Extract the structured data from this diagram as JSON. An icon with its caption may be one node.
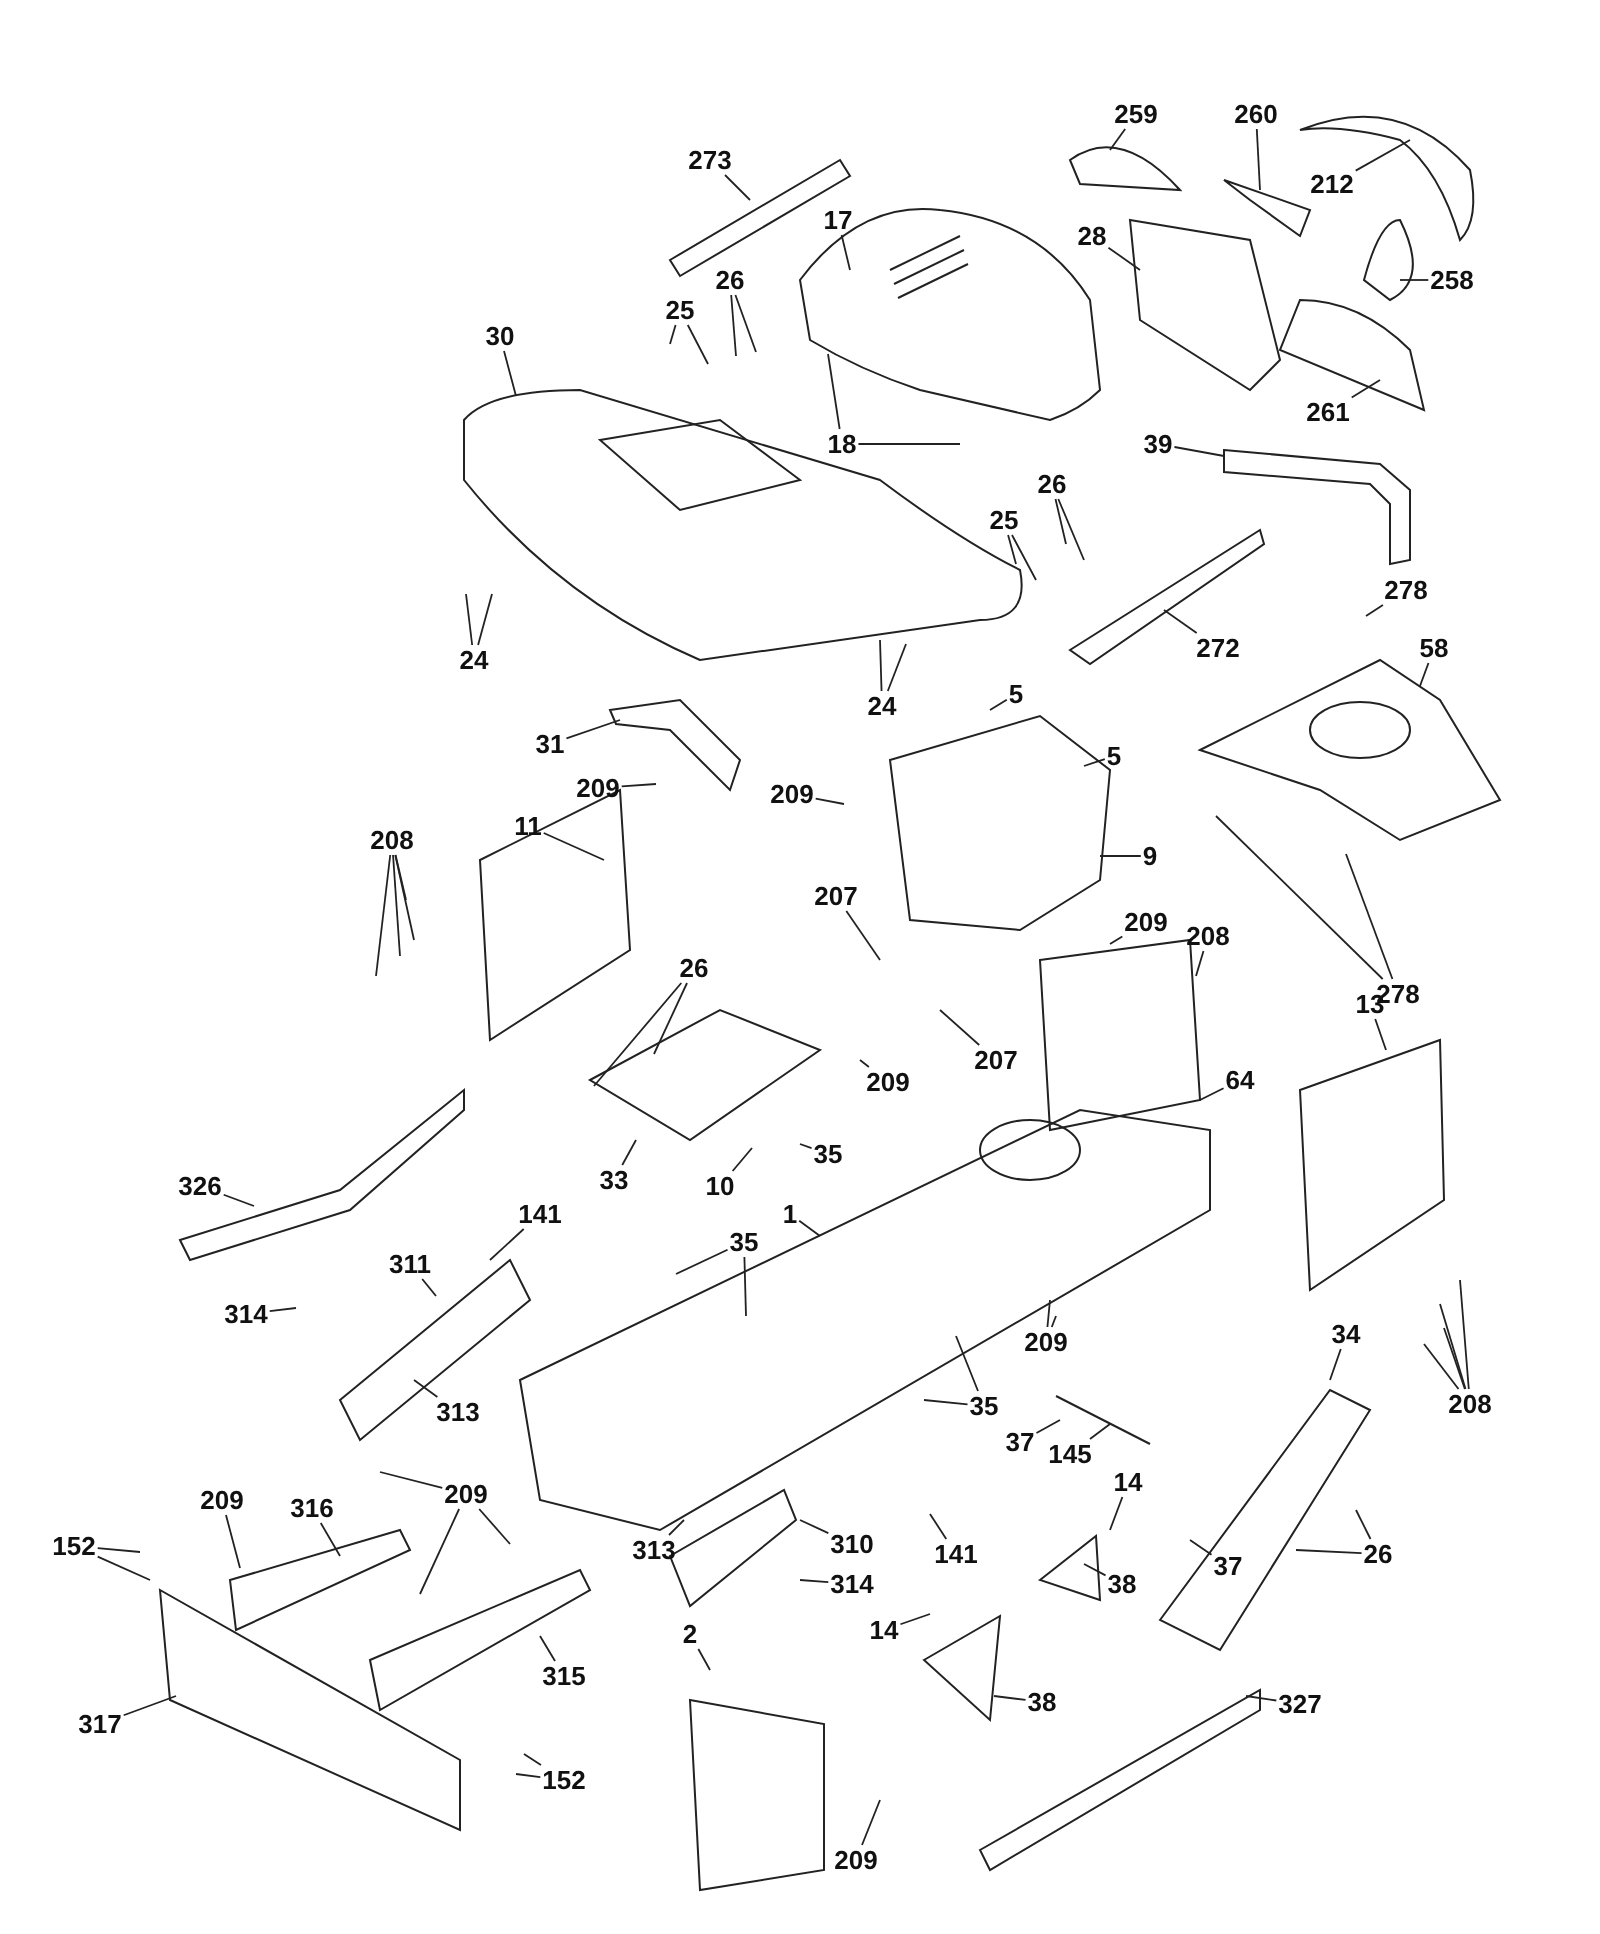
{
  "diagram": {
    "nodes": [
      {
        "text": [
          "273"
        ]
      },
      {
        "text": [
          "259"
        ]
      },
      {
        "text": [
          "260"
        ]
      },
      {
        "text": [
          "212"
        ]
      },
      {
        "text": [
          "17"
        ]
      },
      {
        "text": [
          "28"
        ]
      },
      {
        "text": [
          "258"
        ]
      },
      {
        "text": [
          "26"
        ]
      },
      {
        "text": [
          "25"
        ]
      },
      {
        "text": [
          "30"
        ]
      },
      {
        "text": [
          "261"
        ]
      },
      {
        "text": [
          "18"
        ]
      },
      {
        "text": [
          "39"
        ]
      },
      {
        "text": [
          "26"
        ]
      },
      {
        "text": [
          "25"
        ]
      },
      {
        "text": [
          "24"
        ]
      },
      {
        "text": [
          "24"
        ]
      },
      {
        "text": [
          "278"
        ]
      },
      {
        "text": [
          "272"
        ]
      },
      {
        "text": [
          "58"
        ]
      },
      {
        "text": [
          "5"
        ]
      },
      {
        "text": [
          "5"
        ]
      },
      {
        "text": [
          "31"
        ]
      },
      {
        "text": [
          "209"
        ]
      },
      {
        "text": [
          "209"
        ]
      },
      {
        "text": [
          "9"
        ]
      },
      {
        "text": [
          "11"
        ]
      },
      {
        "text": [
          "208"
        ]
      },
      {
        "text": [
          "278"
        ]
      },
      {
        "text": [
          "207"
        ]
      },
      {
        "text": [
          "209"
        ]
      },
      {
        "text": [
          "208"
        ]
      },
      {
        "text": [
          "207"
        ]
      },
      {
        "text": [
          "26"
        ]
      },
      {
        "text": [
          "209"
        ]
      },
      {
        "text": [
          "13"
        ]
      },
      {
        "text": [
          "326"
        ]
      },
      {
        "text": [
          "64"
        ]
      },
      {
        "text": [
          "35"
        ]
      },
      {
        "text": [
          "33"
        ]
      },
      {
        "text": [
          "10"
        ]
      },
      {
        "text": [
          "1"
        ]
      },
      {
        "text": [
          "141"
        ]
      },
      {
        "text": [
          "35"
        ]
      },
      {
        "text": [
          "311"
        ]
      },
      {
        "text": [
          "314"
        ]
      },
      {
        "text": [
          "209"
        ]
      },
      {
        "text": [
          "208"
        ]
      },
      {
        "text": [
          "313"
        ]
      },
      {
        "text": [
          "35"
        ]
      },
      {
        "text": [
          "34"
        ]
      },
      {
        "text": [
          "37"
        ]
      },
      {
        "text": [
          "145"
        ]
      },
      {
        "text": [
          "14"
        ]
      },
      {
        "text": [
          "209"
        ]
      },
      {
        "text": [
          "316"
        ]
      },
      {
        "text": [
          "209"
        ]
      },
      {
        "text": [
          "152"
        ]
      },
      {
        "text": [
          "141"
        ]
      },
      {
        "text": [
          "26"
        ]
      },
      {
        "text": [
          "37"
        ]
      },
      {
        "text": [
          "313"
        ]
      },
      {
        "text": [
          "310"
        ]
      },
      {
        "text": [
          "38"
        ]
      },
      {
        "text": [
          "314"
        ]
      },
      {
        "text": [
          "14"
        ]
      },
      {
        "text": [
          "315"
        ]
      },
      {
        "text": [
          "2"
        ]
      },
      {
        "text": [
          "317"
        ]
      },
      {
        "text": [
          "152"
        ]
      },
      {
        "text": [
          "38"
        ]
      },
      {
        "text": [
          "327"
        ]
      },
      {
        "text": [
          "209"
        ]
      }
    ],
    "edges": [
      {
        "from": 0,
        "to": null,
        "arrow": "none"
      },
      {
        "from": 1,
        "to": null,
        "arrow": "none"
      },
      {
        "from": 2,
        "to": null,
        "arrow": "none"
      },
      {
        "from": 3,
        "to": null,
        "arrow": "none"
      },
      {
        "from": 4,
        "to": null,
        "arrow": "none"
      },
      {
        "from": 5,
        "to": null,
        "arrow": "none"
      },
      {
        "from": 6,
        "to": null,
        "arrow": "none"
      },
      {
        "from": 7,
        "to": null,
        "arrow": "none"
      },
      {
        "from": 7,
        "to": null,
        "arrow": "none"
      },
      {
        "from": 8,
        "to": null,
        "arrow": "none"
      },
      {
        "from": 8,
        "to": null,
        "arrow": "none"
      },
      {
        "from": 9,
        "to": null,
        "arrow": "none"
      },
      {
        "from": 10,
        "to": null,
        "arrow": "none"
      },
      {
        "from": 11,
        "to": null,
        "arrow": "none"
      },
      {
        "from": 11,
        "to": null,
        "arrow": "none"
      },
      {
        "from": 12,
        "to": null,
        "arrow": "none"
      },
      {
        "from": 13,
        "to": null,
        "arrow": "none"
      },
      {
        "from": 13,
        "to": null,
        "arrow": "none"
      },
      {
        "from": 14,
        "to": null,
        "arrow": "none"
      },
      {
        "from": 14,
        "to": null,
        "arrow": "none"
      },
      {
        "from": 15,
        "to": null,
        "arrow": "none"
      },
      {
        "from": 15,
        "to": null,
        "arrow": "none"
      },
      {
        "from": 16,
        "to": null,
        "arrow": "none"
      },
      {
        "from": 16,
        "to": null,
        "arrow": "none"
      },
      {
        "from": 17,
        "to": null,
        "arrow": "none"
      },
      {
        "from": 18,
        "to": null,
        "arrow": "none"
      },
      {
        "from": 19,
        "to": null,
        "arrow": "none"
      },
      {
        "from": 20,
        "to": null,
        "arrow": "none"
      },
      {
        "from": 21,
        "to": null,
        "arrow": "none"
      },
      {
        "from": 22,
        "to": null,
        "arrow": "none"
      },
      {
        "from": 23,
        "to": null,
        "arrow": "none"
      },
      {
        "from": 24,
        "to": null,
        "arrow": "none"
      },
      {
        "from": 25,
        "to": null,
        "arrow": "none"
      },
      {
        "from": 26,
        "to": null,
        "arrow": "none"
      },
      {
        "from": 27,
        "to": null,
        "arrow": "none"
      },
      {
        "from": 27,
        "to": null,
        "arrow": "none"
      },
      {
        "from": 27,
        "to": null,
        "arrow": "none"
      },
      {
        "from": 27,
        "to": null,
        "arrow": "none"
      },
      {
        "from": 28,
        "to": null,
        "arrow": "none"
      },
      {
        "from": 28,
        "to": null,
        "arrow": "none"
      },
      {
        "from": 29,
        "to": null,
        "arrow": "none"
      },
      {
        "from": 30,
        "to": null,
        "arrow": "none"
      },
      {
        "from": 31,
        "to": null,
        "arrow": "none"
      },
      {
        "from": 32,
        "to": null,
        "arrow": "none"
      },
      {
        "from": 33,
        "to": null,
        "arrow": "none"
      },
      {
        "from": 33,
        "to": null,
        "arrow": "none"
      },
      {
        "from": 34,
        "to": null,
        "arrow": "none"
      },
      {
        "from": 35,
        "to": null,
        "arrow": "none"
      },
      {
        "from": 36,
        "to": null,
        "arrow": "none"
      },
      {
        "from": 37,
        "to": null,
        "arrow": "none"
      },
      {
        "from": 38,
        "to": null,
        "arrow": "none"
      },
      {
        "from": 39,
        "to": null,
        "arrow": "none"
      },
      {
        "from": 40,
        "to": null,
        "arrow": "none"
      },
      {
        "from": 41,
        "to": null,
        "arrow": "none"
      },
      {
        "from": 42,
        "to": null,
        "arrow": "none"
      },
      {
        "from": 43,
        "to": null,
        "arrow": "none"
      },
      {
        "from": 43,
        "to": null,
        "arrow": "none"
      },
      {
        "from": 44,
        "to": null,
        "arrow": "none"
      },
      {
        "from": 45,
        "to": null,
        "arrow": "none"
      },
      {
        "from": 46,
        "to": null,
        "arrow": "none"
      },
      {
        "from": 46,
        "to": null,
        "arrow": "none"
      },
      {
        "from": 47,
        "to": null,
        "arrow": "none"
      },
      {
        "from": 47,
        "to": null,
        "arrow": "none"
      },
      {
        "from": 47,
        "to": null,
        "arrow": "none"
      },
      {
        "from": 47,
        "to": null,
        "arrow": "none"
      },
      {
        "from": 48,
        "to": null,
        "arrow": "none"
      },
      {
        "from": 49,
        "to": null,
        "arrow": "none"
      },
      {
        "from": 49,
        "to": null,
        "arrow": "none"
      },
      {
        "from": 50,
        "to": null,
        "arrow": "none"
      },
      {
        "from": 51,
        "to": null,
        "arrow": "none"
      },
      {
        "from": 52,
        "to": null,
        "arrow": "none"
      },
      {
        "from": 53,
        "to": null,
        "arrow": "none"
      },
      {
        "from": 54,
        "to": null,
        "arrow": "none"
      },
      {
        "from": 55,
        "to": null,
        "arrow": "none"
      },
      {
        "from": 56,
        "to": null,
        "arrow": "none"
      },
      {
        "from": 56,
        "to": null,
        "arrow": "none"
      },
      {
        "from": 56,
        "to": null,
        "arrow": "none"
      },
      {
        "from": 57,
        "to": null,
        "arrow": "none"
      },
      {
        "from": 57,
        "to": null,
        "arrow": "none"
      },
      {
        "from": 58,
        "to": null,
        "arrow": "none"
      },
      {
        "from": 59,
        "to": null,
        "arrow": "none"
      },
      {
        "from": 59,
        "to": null,
        "arrow": "none"
      },
      {
        "from": 60,
        "to": null,
        "arrow": "none"
      },
      {
        "from": 61,
        "to": null,
        "arrow": "none"
      },
      {
        "from": 62,
        "to": null,
        "arrow": "none"
      },
      {
        "from": 63,
        "to": null,
        "arrow": "none"
      },
      {
        "from": 64,
        "to": null,
        "arrow": "none"
      },
      {
        "from": 65,
        "to": null,
        "arrow": "none"
      },
      {
        "from": 66,
        "to": null,
        "arrow": "none"
      },
      {
        "from": 67,
        "to": null,
        "arrow": "none"
      },
      {
        "from": 68,
        "to": null,
        "arrow": "none"
      },
      {
        "from": 69,
        "to": null,
        "arrow": "none"
      },
      {
        "from": 69,
        "to": null,
        "arrow": "none"
      },
      {
        "from": 70,
        "to": null,
        "arrow": "none"
      },
      {
        "from": 71,
        "to": null,
        "arrow": "none"
      },
      {
        "from": 72,
        "to": null,
        "arrow": "none"
      }
    ]
  }
}
